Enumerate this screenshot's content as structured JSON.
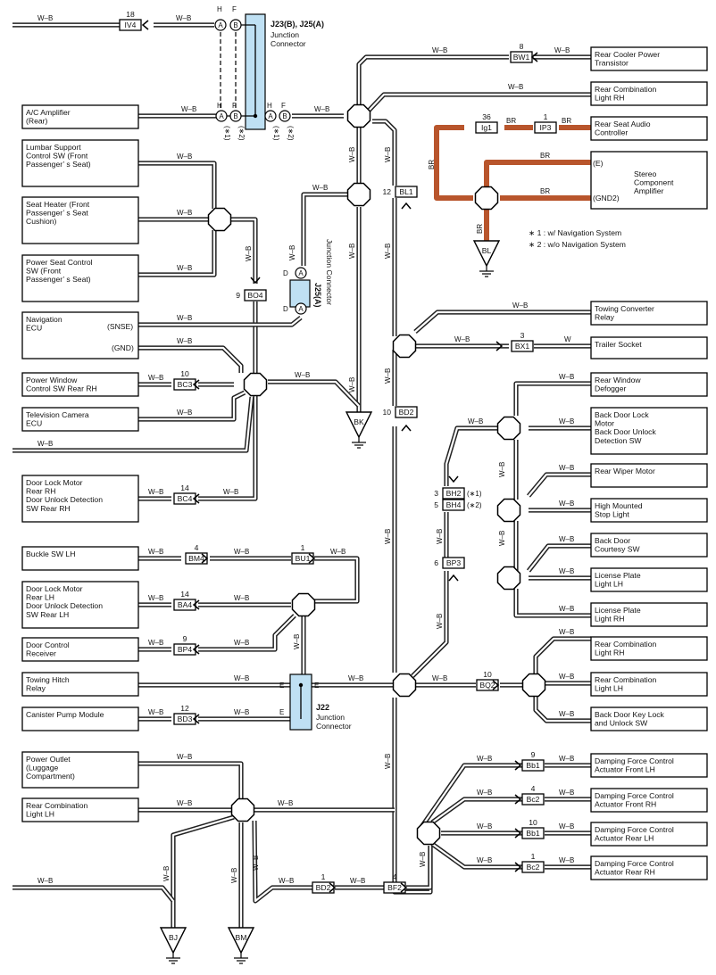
{
  "components": {
    "a_c_amp": [
      "A/C Amplifier",
      "(Rear)"
    ],
    "lumbar": [
      "Lumbar Support",
      "Control SW (Front",
      "Passenger’ s Seat)"
    ],
    "seat_heater": [
      "Seat Heater (Front",
      "Passenger’ s Seat",
      "Cushion)"
    ],
    "power_seat": [
      "Power Seat Control",
      "SW (Front",
      "Passenger’ s Seat)"
    ],
    "nav_ecu": [
      "Navigation",
      "ECU"
    ],
    "nav_snse": "(SNSE)",
    "nav_gnd": "(GND)",
    "pw_control": [
      "Power Window",
      "Control SW Rear RH"
    ],
    "tv_camera": [
      "Television Camera",
      "ECU"
    ],
    "door_lock_rh": [
      "Door Lock Motor",
      "Rear RH",
      "Door Unlock Detection",
      "SW Rear RH"
    ],
    "buckle_sw": [
      "Buckle SW LH"
    ],
    "door_lock_lh": [
      "Door Lock Motor",
      "Rear LH",
      "Door Unlock Detection",
      "SW Rear LH"
    ],
    "door_ctrl_rx": [
      "Door Control",
      "Receiver"
    ],
    "towing_hitch": [
      "Towing Hitch",
      "Relay"
    ],
    "canister": [
      "Canister Pump Module"
    ],
    "power_outlet": [
      "Power Outlet",
      "(Luggage",
      " Compartment)"
    ],
    "rear_comb_lh_left": [
      "Rear Combination",
      "Light LH"
    ],
    "rear_cooler": [
      "Rear Cooler Power",
      "Transistor"
    ],
    "rear_comb_rh_top": [
      "Rear Combination",
      "Light RH"
    ],
    "rear_seat_audio": [
      "Rear Seat Audio",
      "Controller"
    ],
    "stereo_amp": [
      "Stereo",
      "Component",
      "Amplifier"
    ],
    "stereo_e": "(E)",
    "stereo_gnd2": "(GND2)",
    "towing_conv": [
      "Towing Converter",
      "Relay"
    ],
    "trailer_socket": [
      "Trailer Socket"
    ],
    "rear_defogger": [
      "Rear Window",
      "Defogger"
    ],
    "back_door_lock": [
      "Back Door Lock",
      "Motor",
      "Back Door Unlock",
      "Detection SW"
    ],
    "rear_wiper": [
      "Rear Wiper Motor"
    ],
    "high_stop": [
      "High Mounted",
      "Stop Light"
    ],
    "back_door_courtesy": [
      "Back Door",
      "Courtesy SW"
    ],
    "license_lh": [
      "License Plate",
      "Light LH"
    ],
    "license_rh": [
      "License Plate",
      "Light RH"
    ],
    "rear_comb_rh_2": [
      "Rear Combination",
      "Light RH"
    ],
    "rear_comb_lh_2": [
      "Rear Combination",
      "Light LH"
    ],
    "back_door_key": [
      "Back Door Key Lock",
      "and Unlock SW"
    ],
    "damp_fl": [
      "Damping Force Control",
      "Actuator Front LH"
    ],
    "damp_fr": [
      "Damping Force Control",
      "Actuator Front RH"
    ],
    "damp_rl": [
      "Damping Force Control",
      "Actuator Rear LH"
    ],
    "damp_rr": [
      "Damping Force Control",
      "Actuator Rear RH"
    ]
  },
  "connectors": {
    "IV4": {
      "name": "IV4",
      "pin": "18"
    },
    "BW1": {
      "name": "BW1",
      "pin": "8"
    },
    "Ig1": {
      "name": "Ig1",
      "pin": "36"
    },
    "IP3": {
      "name": "IP3",
      "pin": "1"
    },
    "BL1": {
      "name": "BL1",
      "pin": "12"
    },
    "BO4": {
      "name": "BO4",
      "pin": "9"
    },
    "BC3": {
      "name": "BC3",
      "pin": "10"
    },
    "BX1": {
      "name": "BX1",
      "pin": "3"
    },
    "BD2a": {
      "name": "BD2",
      "pin": "10"
    },
    "BC4": {
      "name": "BC4",
      "pin": "14"
    },
    "BH2": {
      "name": "BH2",
      "pin": "3"
    },
    "BH4": {
      "name": "BH4",
      "pin": "5"
    },
    "BM4": {
      "name": "BM4",
      "pin": "4"
    },
    "BU1": {
      "name": "BU1",
      "pin": "1"
    },
    "BP3": {
      "name": "BP3",
      "pin": "6"
    },
    "BA4": {
      "name": "BA4",
      "pin": "14"
    },
    "BP4": {
      "name": "BP4",
      "pin": "9"
    },
    "BQ2": {
      "name": "BQ2",
      "pin": "10"
    },
    "BD3": {
      "name": "BD3",
      "pin": "12"
    },
    "Bb1a": {
      "name": "Bb1",
      "pin": "9"
    },
    "Bc2a": {
      "name": "Bc2",
      "pin": "4"
    },
    "Bb1b": {
      "name": "Bb1",
      "pin": "10"
    },
    "Bc2b": {
      "name": "Bc2",
      "pin": "1"
    },
    "BD2b": {
      "name": "BD2",
      "pin": "1"
    },
    "BF2": {
      "name": "BF2",
      "pin": "4"
    }
  },
  "junction_connectors": {
    "j23": {
      "title": "J23(B), J25(A)",
      "sub": [
        "Junction",
        "Connector"
      ]
    },
    "j25": {
      "title": "J25(A)",
      "sub": "Junction Connector"
    },
    "j22": {
      "title": "J22",
      "sub": [
        "Junction",
        "Connector"
      ]
    }
  },
  "grounds": {
    "BK": "BK",
    "BL": "BL",
    "BJ": "BJ",
    "BM": "BM"
  },
  "wire_colors": {
    "wb": "W–B",
    "br": "BR",
    "w": "W"
  },
  "pin_letters": {
    "A": "A",
    "B": "B",
    "D": "D",
    "E": "E",
    "F": "F",
    "H": "H"
  },
  "variant_marks": {
    "v1": "(∗1)",
    "v2": "(∗2)"
  },
  "notes": [
    "∗ 1 : w/ Navigation System",
    "∗ 2 : w/o Navigation System"
  ],
  "colors": {
    "wire_wb": "#222222",
    "wire_br": "#b8552c",
    "junction_fill": "#bfe0f3"
  }
}
